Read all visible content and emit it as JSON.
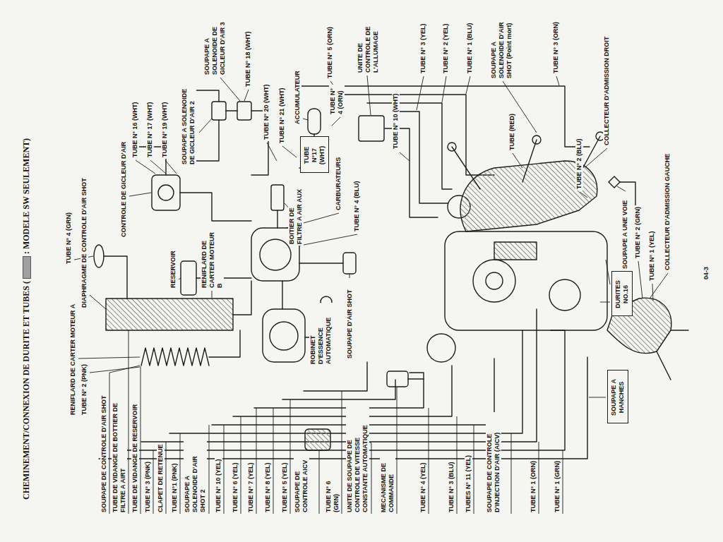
{
  "diagram": {
    "title": "CHEMINEMENT/CONNEXION DE DURITE ET TUBES (",
    "nodes": [
      {
        "text": [
          "TUBE N°17 (WHT)"
        ]
      },
      {
        "text": [
          "DURITES NO.16"
        ]
      },
      {
        "text": [
          "SOUPAPE A HANCHES"
        ]
      }
    ],
    "labels": [
      "RENIFLARD DE CARTER MOTEUR A",
      "TUBE N° 2 (PNK)",
      "TUBE N° 4 (GRN)",
      "DIAPHRAGME DE CONTROLE D'AIR SHOT",
      "CONTROLE DE GICLEUR D'AIR",
      "TUBE N° 16 (WHT)",
      "TUBE N° 17 (WHT)",
      "TUBE N° 19 (WHT)",
      "SOUPAPE A SOLENOIDE DE GICLEUR D'AIR 2",
      "SOUPAPE A SOLENOIDE DE GICLEUR D'AIR 3",
      "TUBE N° 18 (WHT)",
      "TUBE N° 20 (WHT)",
      "TUBE N° 21 (WHT)",
      "ACCUMULATEUR",
      "RESERVOIR",
      "RENIFLARD DE CARTER MOTEUR B",
      "BOITIER DE FILTRE A AIR AUX",
      "TUBE N° 5 (ORN)",
      "TUBE N° 4 (ORN)",
      "CARBURATEURS",
      "TUBE N° 4 (BLU)",
      "UNITE DE CONTROLE DE L'ALLUMAGE",
      "TUBE N° 10 (WHT)",
      "TUBE N° 3 (YEL)",
      "TUBE N° 2 (YEL)",
      "TUBE N° 1 (BLU)",
      "SOUPAPE A SOLENOIDE D'AIR SHOT (Point mort)",
      "TUBE (RED)",
      "TUBE N° 3 (ORN)",
      "TUBE N° 2 (BLU)",
      "COLLECTEUR D'ADMISSION DROIT",
      "SOUPAPE A UNE VOIE",
      "TUBE N° 2 (GRN)",
      "TUBE N° 1 (YEL)",
      "COLLECTEUR D'ADMISSION GAUCHE",
      "ROBINET D'ESSENCE AUTOMATIQUE",
      "SOUPAPE D'AIR SHOT",
      "SOUPAPE DE CONTROLE D'AIR SHOT",
      "TUBE DE VIDANGE DE BOTTIER DE FILTRE A AIRT",
      "TUBE DE VIDANGE DE RESERVOIR",
      "TUBE N° 3 (PNK)",
      "CLAPET DE RETENUE",
      "TUBE N°1 (PNK)",
      "SOUPAPE A SOLENOIDE D'AIR SHOT 2",
      "TUBE N° 10 (YEL)",
      "TUBE N° 6 (YEL)",
      "TUBE N° 7 (YEL)",
      "TUBE N° 8 (YEL)",
      "TUBE N° 5 (YEL)",
      "SOUPAPE DE CONTROLE AICV",
      "TUBE N° 6 (GRN)",
      "UNITE DE SOUPAPE DE CONTROLE DE VITESSE CONSTANTE AUTOMATIQUE",
      "MECANISME DE COMMANDE",
      "TUBE N° 4 (YEL)",
      "TUBE N° 3 (BLU)",
      "TUBES N° 11 (YEL)",
      "SOUPAPE DE CONTROLE D'INJECTION D'AIR (AICV)",
      "TUBE N° 1 (ORN)",
      "TUBE N° 1 (GRN)",
      "04-3"
    ],
    "legend": [
      {
        "text": ": MODELE SW SEULEMENT)",
        "color": "#a0a0a0"
      }
    ]
  }
}
